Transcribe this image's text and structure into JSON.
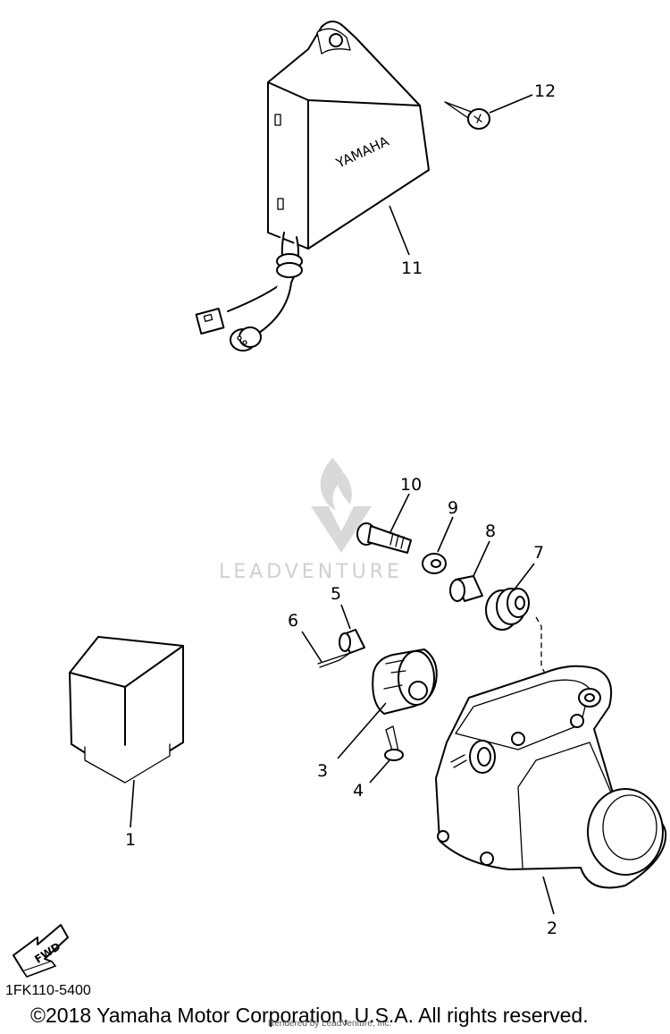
{
  "callouts": {
    "c1": "1",
    "c2": "2",
    "c3": "3",
    "c4": "4",
    "c5": "5",
    "c6": "6",
    "c7": "7",
    "c8": "8",
    "c9": "9",
    "c10": "10",
    "c11": "11",
    "c12": "12"
  },
  "ecu_logo": "YAMAHA",
  "fwd_label": "FWD",
  "watermark": "LEADVENTURE",
  "diagram_code": "1FK110-5400",
  "copyright": "©2018 Yamaha Motor Corporation, U.S.A. All rights reserved.",
  "rendered_by": "Rendered by LeadVenture, Inc."
}
